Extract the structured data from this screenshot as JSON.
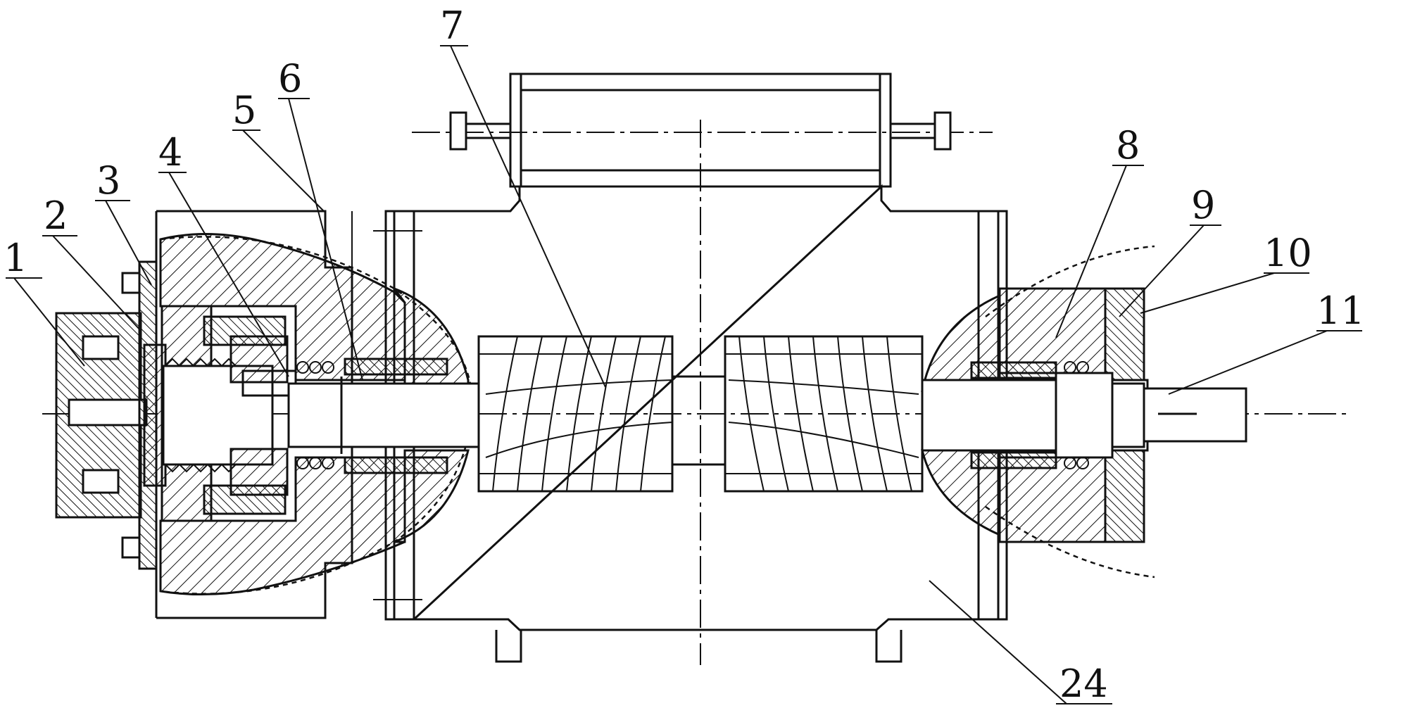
{
  "labels": [
    {
      "id": "1",
      "text": "1"
    },
    {
      "id": "2",
      "text": "2"
    },
    {
      "id": "3",
      "text": "3"
    },
    {
      "id": "4",
      "text": "4"
    },
    {
      "id": "5",
      "text": "5"
    },
    {
      "id": "6",
      "text": "6"
    },
    {
      "id": "7",
      "text": "7"
    },
    {
      "id": "8",
      "text": "8"
    },
    {
      "id": "9",
      "text": "9"
    },
    {
      "id": "10",
      "text": "10"
    },
    {
      "id": "11",
      "text": "11"
    },
    {
      "id": "24",
      "text": "24"
    }
  ]
}
